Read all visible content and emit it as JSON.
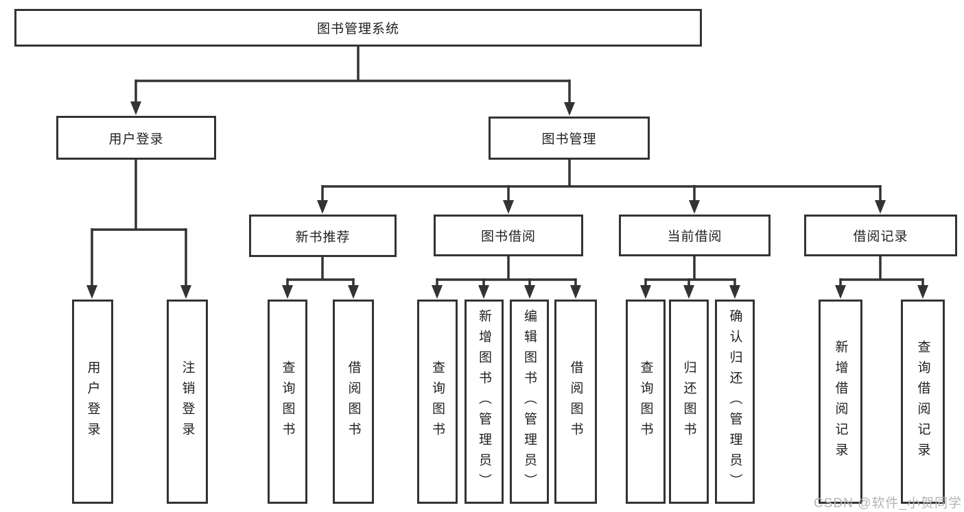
{
  "diagram": {
    "title": "图书管理系统",
    "nodes": {
      "root": "图书管理系统",
      "user_login": "用户登录",
      "book_mgmt": "图书管理",
      "new_books": "新书推荐",
      "book_borrow": "图书借阅",
      "current_borrow": "当前借阅",
      "borrow_records": "借阅记录",
      "leaves": {
        "user_login": [
          "用户登录",
          "注销登录"
        ],
        "new_books": [
          "查询图书",
          "借阅图书"
        ],
        "book_borrow": [
          "查询图书",
          "新增图书（管理员）",
          "编辑图书（管理员）",
          "借阅图书"
        ],
        "current_borrow": [
          "查询图书",
          "归还图书",
          "确认归还（管理员）"
        ],
        "borrow_records": [
          "新增借阅记录",
          "查询借阅记录"
        ]
      }
    },
    "colors": {
      "line": "#333333",
      "text": "#1f1f1f",
      "watermark": "#b4b4b4",
      "background": "#ffffff"
    },
    "watermark": "CSDN @软件_小贺同学"
  }
}
